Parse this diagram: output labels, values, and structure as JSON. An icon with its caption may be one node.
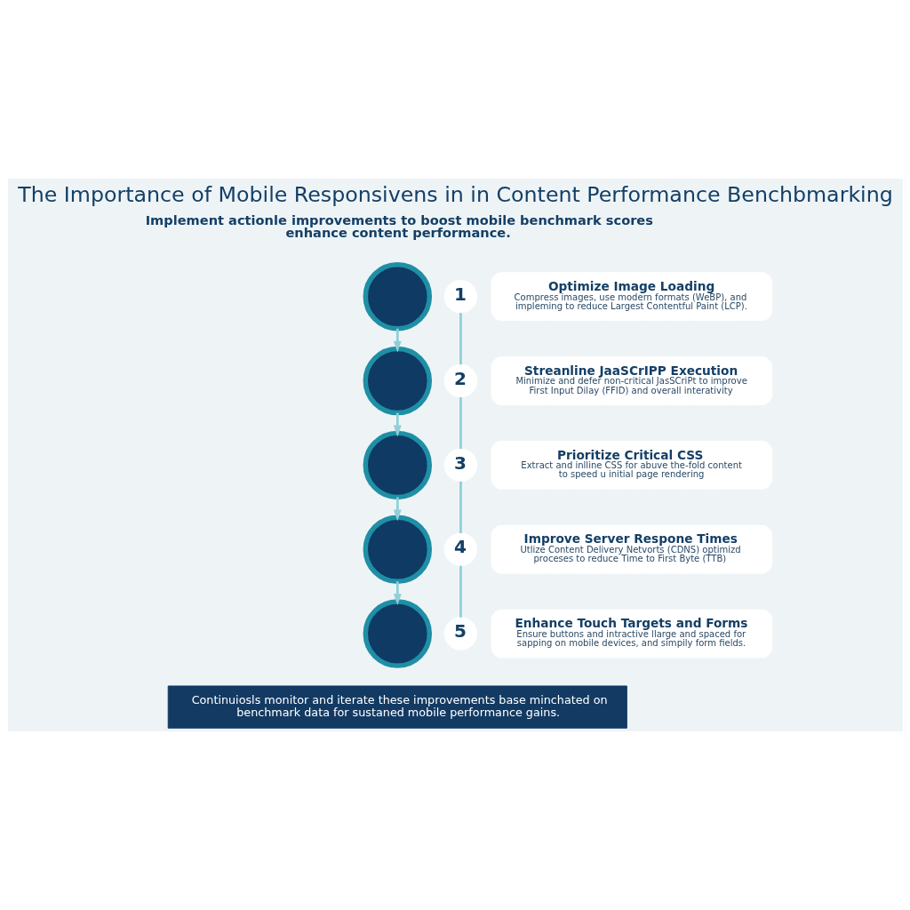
{
  "diagram": {
    "title": "The Importance of Mobile Responsivens in in Content Performance Benchbmarking",
    "caption": "Continuiosls monitor and iterate these improvements base minchated on benchmark data for sustaned mobile performance gains.",
    "nodes": [
      {
        "text": [
          "1"
        ]
      },
      {
        "text": [],
        "shape": "circle"
      },
      {
        "text": [
          "Optimize Image Loading",
          "Compress images, use modern formats (WeBP), and impleming to reduce Largest Contentful Paint (LCP)."
        ]
      },
      {
        "text": [
          "2"
        ]
      },
      {
        "text": [],
        "shape": "circle"
      },
      {
        "text": [
          "Streanline JaaSCrIPP Execution",
          "Minimize and defer non-critical JasSCriPt to improve First Input Dilay (FFID) and overall interativity"
        ]
      },
      {
        "text": [
          "3"
        ]
      },
      {
        "text": [],
        "shape": "circle"
      },
      {
        "text": [
          "Prioritize Critical CSS",
          "Extract and inlline CSS for abuve the-fold content to speed u initial page rendering"
        ]
      },
      {
        "text": [
          "4"
        ]
      },
      {
        "text": [],
        "shape": "circle"
      },
      {
        "text": [
          "Improve Server Respone Times",
          "Utlize Content Delivery Netvorts (CDNS) optimizd proceses to reduce Time to First Byte (TTB)"
        ]
      },
      {
        "text": [
          "5"
        ]
      },
      {
        "text": [],
        "shape": "circle"
      },
      {
        "text": [
          "Enhance Touch Targets and Forms",
          "Ensure buttons and intractive llarge and spaced for sapping on mobile devices, and simpily form fields."
        ]
      }
    ],
    "edges": [
      {
        "from": 1,
        "to": 4,
        "arrow": "to"
      },
      {
        "from": 4,
        "to": 7,
        "arrow": "to"
      },
      {
        "from": 7,
        "to": 10,
        "arrow": "to"
      },
      {
        "from": 10,
        "to": 13,
        "arrow": "to"
      },
      {
        "from": 0,
        "to": 3,
        "arrow": "none"
      },
      {
        "from": 3,
        "to": 6,
        "arrow": "none"
      },
      {
        "from": 6,
        "to": 9,
        "arrow": "none"
      },
      {
        "from": 9,
        "to": 12,
        "arrow": "none"
      }
    ],
    "labels": [
      "Implement actionle improvements to boost mobile benchmark scores enhance content performance."
    ]
  }
}
